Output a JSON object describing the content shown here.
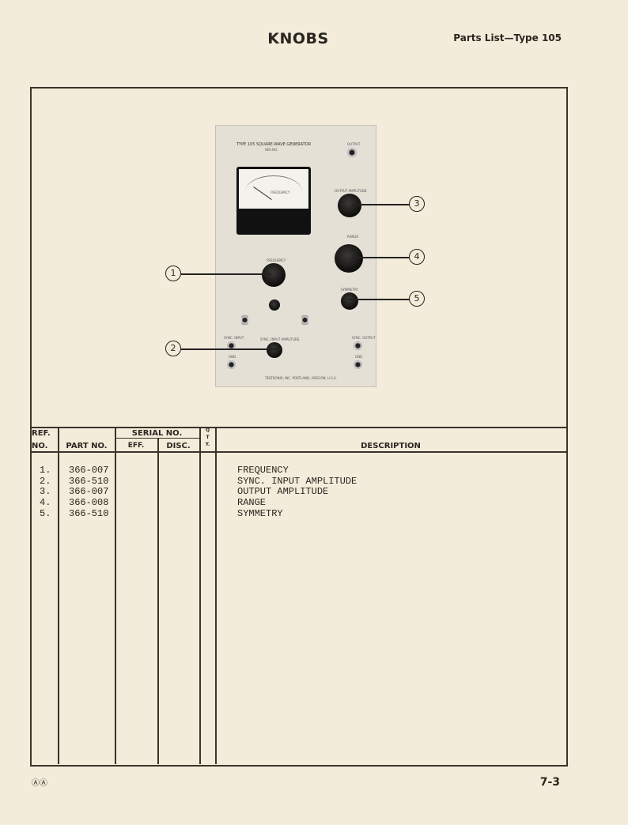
{
  "header": {
    "title": "KNOBS",
    "section": "Parts List—Type 105"
  },
  "panel": {
    "title": "TYPE 105 SQUARE-WAVE GENERATOR",
    "serial": "SER.NO.",
    "labels": {
      "output": "OUTPUT",
      "output_amplitude": "OUTPUT AMPLITUDE",
      "range": "RANGE",
      "frequency": "FREQUENCY",
      "symmetry": "SYMMETRY",
      "sync_input": "SYNC. INPUT",
      "sync_input_amplitude": "SYNC. INPUT AMPLITUDE",
      "sync_output": "SYNC. OUTPUT",
      "gnd": "GND",
      "maker": "TEKTRONIX, INC. PORTLAND, OREGON, U.S.A."
    }
  },
  "callouts": [
    "1",
    "2",
    "3",
    "4",
    "5"
  ],
  "table": {
    "headers": {
      "ref_top": "REF.",
      "ref_bottom": "NO.",
      "part": "PART NO.",
      "serial": "SERIAL NO.",
      "eff": "EFF.",
      "disc": "DISC.",
      "qty": "Q\nT\nY.",
      "description": "DESCRIPTION"
    },
    "rows": [
      {
        "ref": "1.",
        "part": "366-007",
        "description": "FREQUENCY"
      },
      {
        "ref": "2.",
        "part": "366-510",
        "description": "SYNC. INPUT AMPLITUDE"
      },
      {
        "ref": "3.",
        "part": "366-007",
        "description": "OUTPUT AMPLITUDE"
      },
      {
        "ref": "4.",
        "part": "366-008",
        "description": "RANGE"
      },
      {
        "ref": "5.",
        "part": "366-510",
        "description": "SYMMETRY"
      }
    ]
  },
  "footer": {
    "logo": "ⒶⒶ",
    "page": "7-3"
  }
}
